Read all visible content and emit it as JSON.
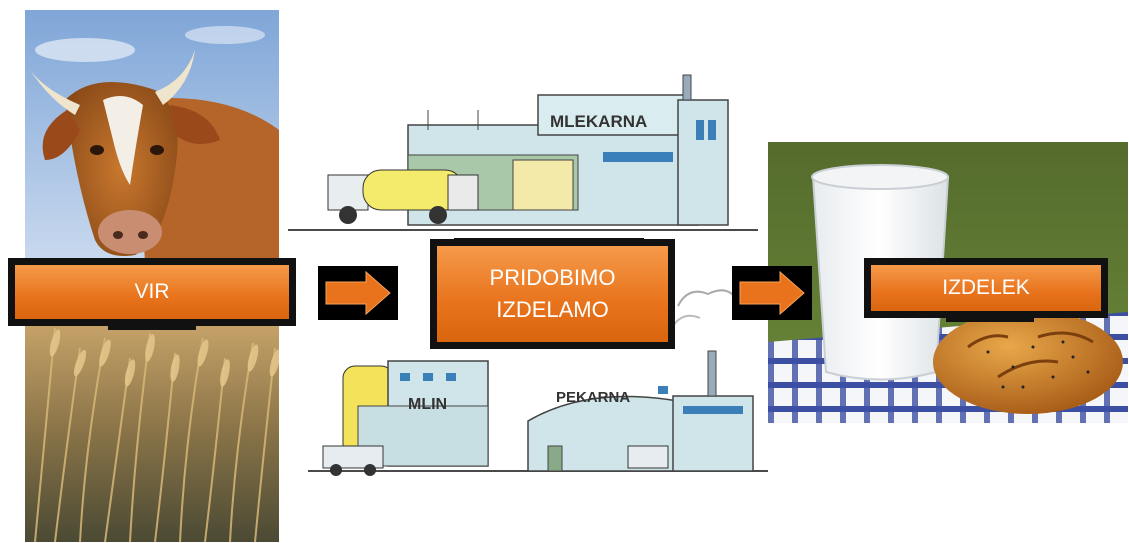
{
  "labels": {
    "source": "VIR",
    "process_line1": "PRIDOBIMO",
    "process_line2": "IZDELAMO",
    "product": "IZDELEK"
  },
  "sketch_signs": {
    "dairy": "MLEKARNA",
    "mill": "MLIN",
    "bakery": "PEKARNA"
  },
  "colors": {
    "label_orange": "#e8731c",
    "label_border": "#111111",
    "arrow_orange": "#e8731c"
  }
}
